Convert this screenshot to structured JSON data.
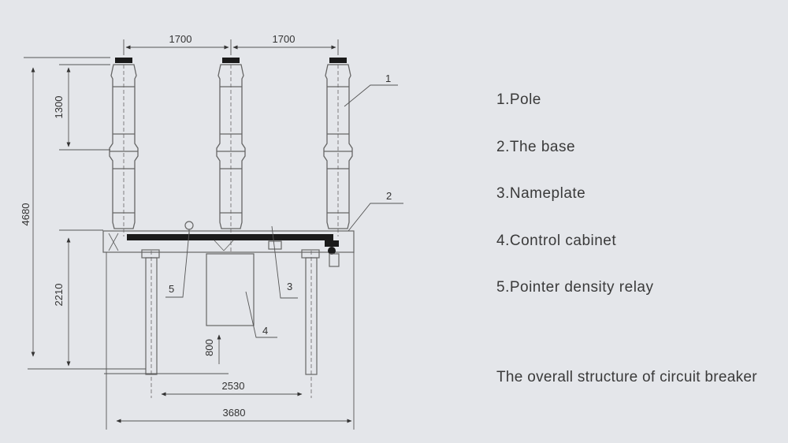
{
  "legend": [
    {
      "label": "1.Pole"
    },
    {
      "label": "2.The base"
    },
    {
      "label": "3.Nameplate"
    },
    {
      "label": "4.Control cabinet"
    },
    {
      "label": "5.Pointer density relay"
    }
  ],
  "caption": "The overall structure of circuit breaker",
  "dimensions": {
    "pole_spacing_left": "1700",
    "pole_spacing_right": "1700",
    "insulator_height": "1300",
    "total_height": "4680",
    "base_height": "2210",
    "cabinet_height": "800",
    "leg_spacing": "2530",
    "overall_width": "3680"
  },
  "callouts": {
    "pole": "1",
    "base": "2",
    "nameplate": "3",
    "cabinet": "4",
    "relay": "5"
  },
  "colors": {
    "background": "#e4e6ea",
    "line": "#555555",
    "insulator": "#8a8a8a",
    "base_plate": "#1a1a1a"
  }
}
